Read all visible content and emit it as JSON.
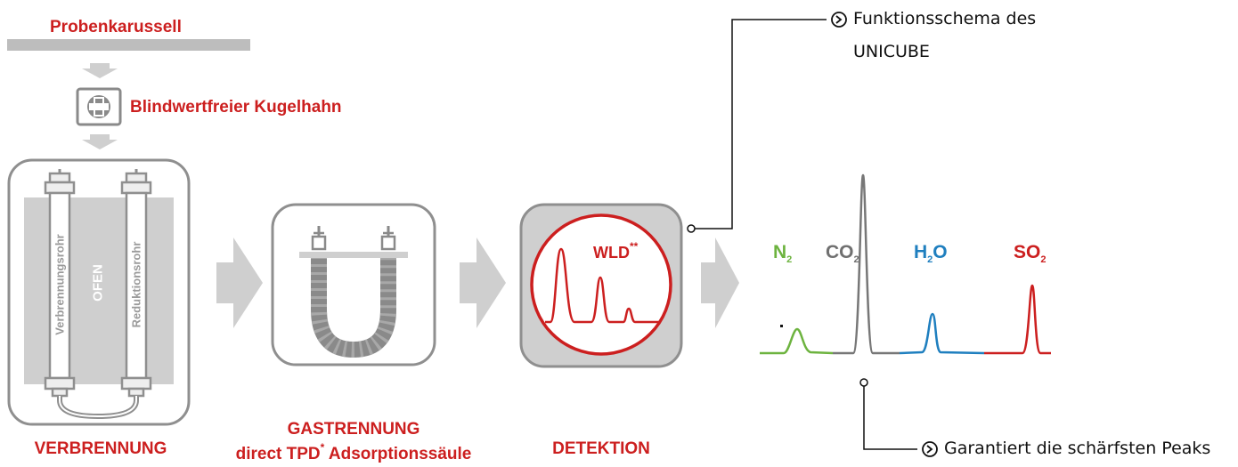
{
  "labels": {
    "carousel": "Probenkarussell",
    "ball_valve": "Blindwertfreier Kugelhahn",
    "furnace": "OFEN",
    "combustion_tube": "Verbrennungsrohr",
    "reduction_tube": "Reduktionsrohr",
    "combustion_stage": "VERBRENNUNG",
    "separation_title": "GASTRENNUNG",
    "separation_pre": "direct TPD",
    "separation_mark": "*",
    "separation_post": " Adsorptionssäule",
    "detection_stage": "DETEKTION",
    "detector": "WLD",
    "detector_mark": "**"
  },
  "callouts": {
    "schema_line1": "Funktionsschema des",
    "schema_line2": "UNICUBE",
    "peaks": "Garantiert die schärfsten Peaks"
  },
  "chromatogram": {
    "peaks": [
      {
        "base": "N",
        "sub": "2",
        "after": "",
        "after_sub": "",
        "color": "#6db33f"
      },
      {
        "base": "CO",
        "sub": "2",
        "after": "",
        "after_sub": "",
        "color": "#707070"
      },
      {
        "base": "H",
        "sub": "2",
        "after": "O",
        "after_sub": "",
        "color": "#1f7fbf"
      },
      {
        "base": "SO",
        "sub": "2",
        "after": "",
        "after_sub": "",
        "color": "#cc1f1f"
      }
    ]
  },
  "colors": {
    "accent": "#cc1f1f",
    "gray": "#888888",
    "light_gray": "#cfcfcf"
  },
  "icons": [
    "chevron-circle-right-icon",
    "arrow-right-icon",
    "arrow-down-icon"
  ]
}
